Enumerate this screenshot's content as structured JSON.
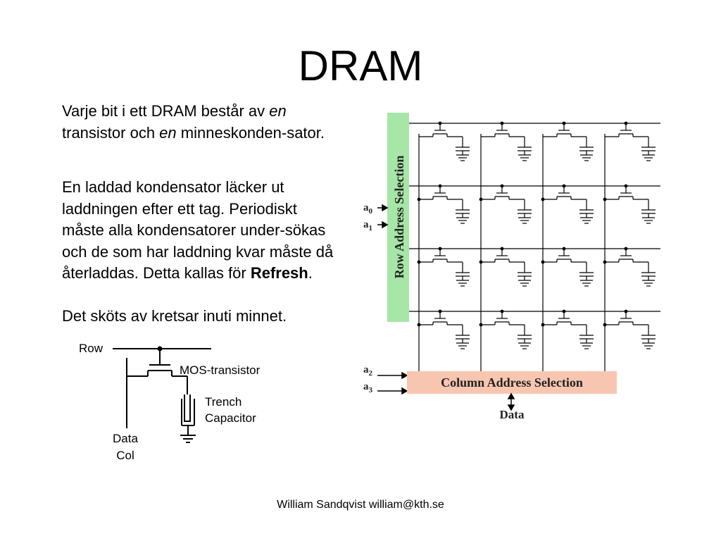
{
  "slide": {
    "title": "DRAM",
    "paragraph1": {
      "part1": "Varje bit i ett DRAM består av ",
      "em1": "en",
      "part2": " transistor och ",
      "em2": "en",
      "part3": " minneskonden-sator."
    },
    "paragraph2": {
      "text": "En laddad kondensator läcker ut laddningen efter ett tag. Periodiskt måste alla kondensatorer under-sökas och de som har laddning kvar måste då återladdas. Detta kallas för ",
      "bold": "Refresh",
      "end": "."
    },
    "paragraph3": "Det sköts av kretsar inuti minnet.",
    "footer": "William Sandqvist  william@kth.se"
  },
  "cell_diagram": {
    "row_label": "Row",
    "mos_label": "MOS-transistor",
    "trench_label_1": "Trench",
    "trench_label_2": "Capacitor",
    "data_label_1": "Data",
    "data_label_2": "Col"
  },
  "array_diagram": {
    "row_select_label": "Row Address Selection",
    "row_select_color": "#a6e6a6",
    "column_select_label": "Column Address Selection",
    "column_select_color": "#f8c6b0",
    "address_a0": "a",
    "address_a0_sub": "0",
    "address_a1": "a",
    "address_a1_sub": "1",
    "address_a2": "a",
    "address_a2_sub": "2",
    "address_a3": "a",
    "address_a3_sub": "3",
    "data_label": "Data",
    "rows": 4,
    "columns": 4
  }
}
